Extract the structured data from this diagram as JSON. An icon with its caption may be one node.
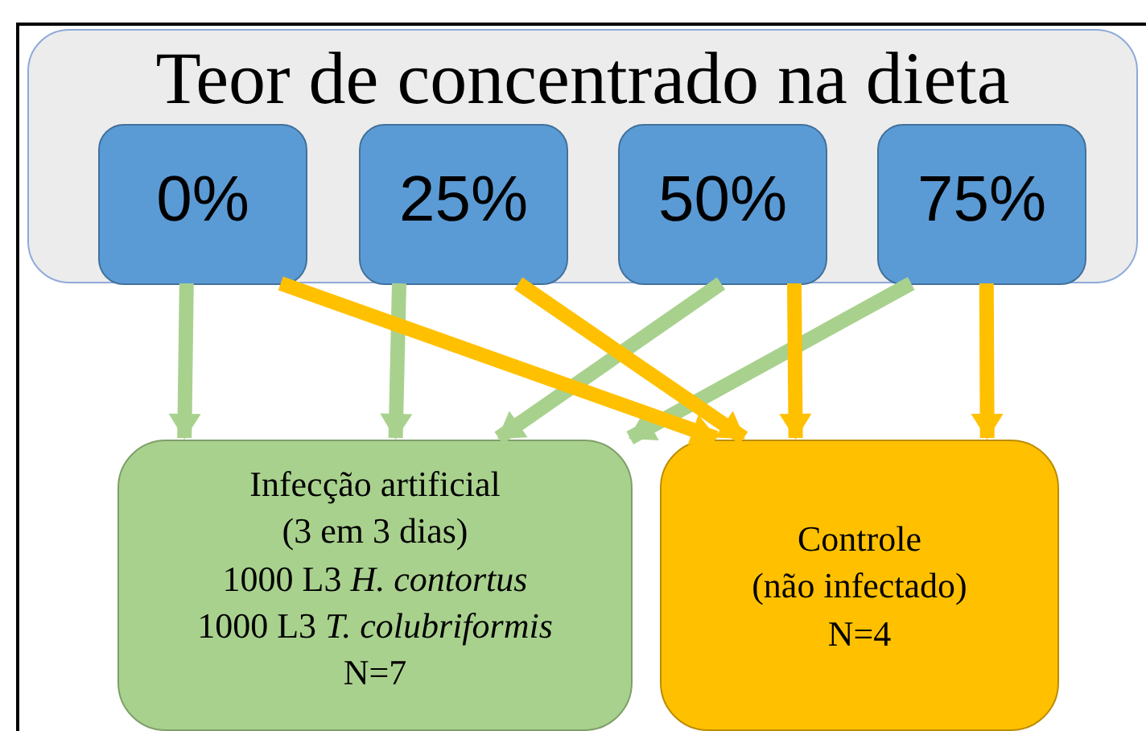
{
  "diagram": {
    "nodes": [
      {
        "text": [
          "Teor de concentrado na dieta"
        ]
      },
      {
        "text": [
          "0%"
        ],
        "in": 0
      },
      {
        "text": [
          "25%"
        ],
        "in": 0
      },
      {
        "text": [
          "50%"
        ],
        "in": 0
      },
      {
        "text": [
          "75%"
        ],
        "in": 0
      },
      {
        "text": [
          "Infecção artificial",
          "(3 em 3 dias)",
          "1000 L3 *H. contortus*",
          "1000 L3 *T. colubriformis*",
          "N=7"
        ]
      },
      {
        "text": [
          "Controle",
          "(não infectado)",
          "N=4"
        ]
      }
    ],
    "edges": [
      {
        "from": 1,
        "to": 5,
        "arrow": "to",
        "color": "#a9d18e"
      },
      {
        "from": 2,
        "to": 5,
        "arrow": "to",
        "color": "#a9d18e"
      },
      {
        "from": 3,
        "to": 5,
        "arrow": "to",
        "color": "#a9d18e"
      },
      {
        "from": 4,
        "to": 5,
        "arrow": "to",
        "color": "#a9d18e"
      },
      {
        "from": 1,
        "to": 6,
        "arrow": "to",
        "color": "#ffc000"
      },
      {
        "from": 2,
        "to": 6,
        "arrow": "to",
        "color": "#ffc000"
      },
      {
        "from": 3,
        "to": 6,
        "arrow": "to",
        "color": "#ffc000"
      },
      {
        "from": 4,
        "to": 6,
        "arrow": "to",
        "color": "#ffc000"
      }
    ]
  }
}
